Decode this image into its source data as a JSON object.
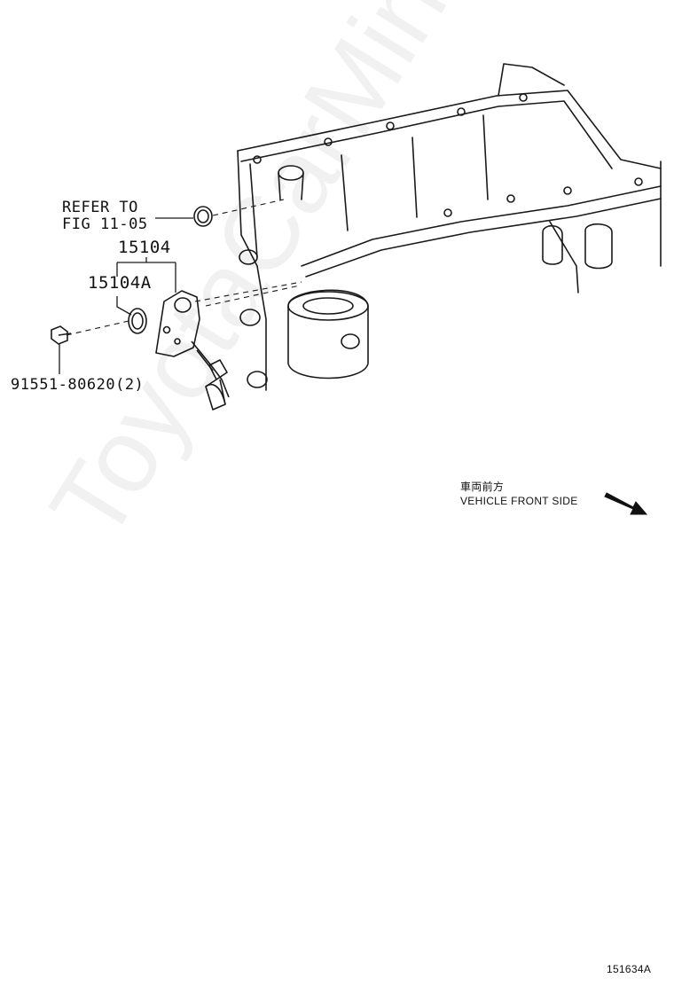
{
  "callouts": {
    "refer_line1": "REFER TO",
    "refer_line2": "FIG 11-05",
    "part_15104": "15104",
    "part_15104a": "15104A",
    "bolt": "91551-80620(2)"
  },
  "orientation": {
    "label_jp": "車両前方",
    "label_en": "VEHICLE FRONT SIDE",
    "icon": "arrow-down-right-icon"
  },
  "illustration_id": "151634A",
  "watermark": "ToyotaCarMine.ru"
}
